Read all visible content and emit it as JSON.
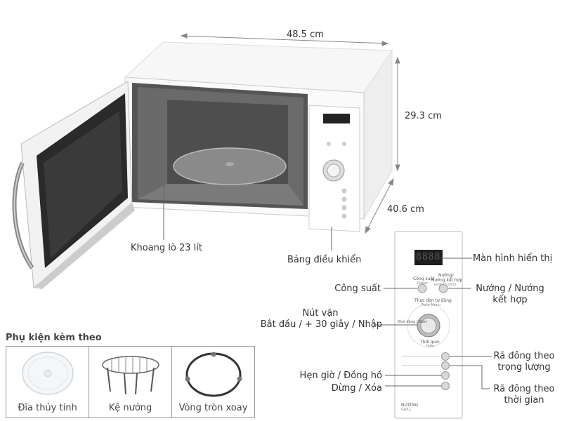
{
  "dimensions": {
    "width": "48.5 cm",
    "height": "29.3 cm",
    "depth": "40.6 cm"
  },
  "callouts": {
    "cavity": "Khoang lò 23 lít",
    "control_panel": "Bảng điều khiển",
    "display": "Màn hình hiển thị",
    "power": "Công suất",
    "grill_line1": "Nướng / Nướng",
    "grill_line2": "kết hợp",
    "knob_line1": "Nút vặn",
    "knob_line2": "Bắt đầu / + 30 giây / Nhập",
    "defrost_weight_line1": "Rã đông theo",
    "defrost_weight_line2": "trọng lượng",
    "timer": "Hẹn giờ / Đồng hồ",
    "stop": "Dừng / Xóa",
    "defrost_time_line1": "Rã đông theo",
    "defrost_time_line2": "thời gian"
  },
  "panel_labels": {
    "power": "Công suất",
    "power_sub": "Power",
    "grill": "Nướng/",
    "grill2": "Nướng kết hợp",
    "grill_sub": "Grill / Combi",
    "auto_menu": "Thực đơn tự động",
    "auto_menu_sub": "Auto Menu",
    "start": "Khởi động / Start",
    "time": "Thời gian",
    "time_sub": "Time",
    "brand": "NƯỚNG",
    "brand_sub": "GRILL",
    "display_digits": "8888"
  },
  "accessories": {
    "title": "Phụ kiện kèm theo",
    "items": [
      {
        "label": "Đĩa thủy tinh"
      },
      {
        "label": "Kệ nướng"
      },
      {
        "label": "Vòng tròn xoay"
      }
    ]
  }
}
